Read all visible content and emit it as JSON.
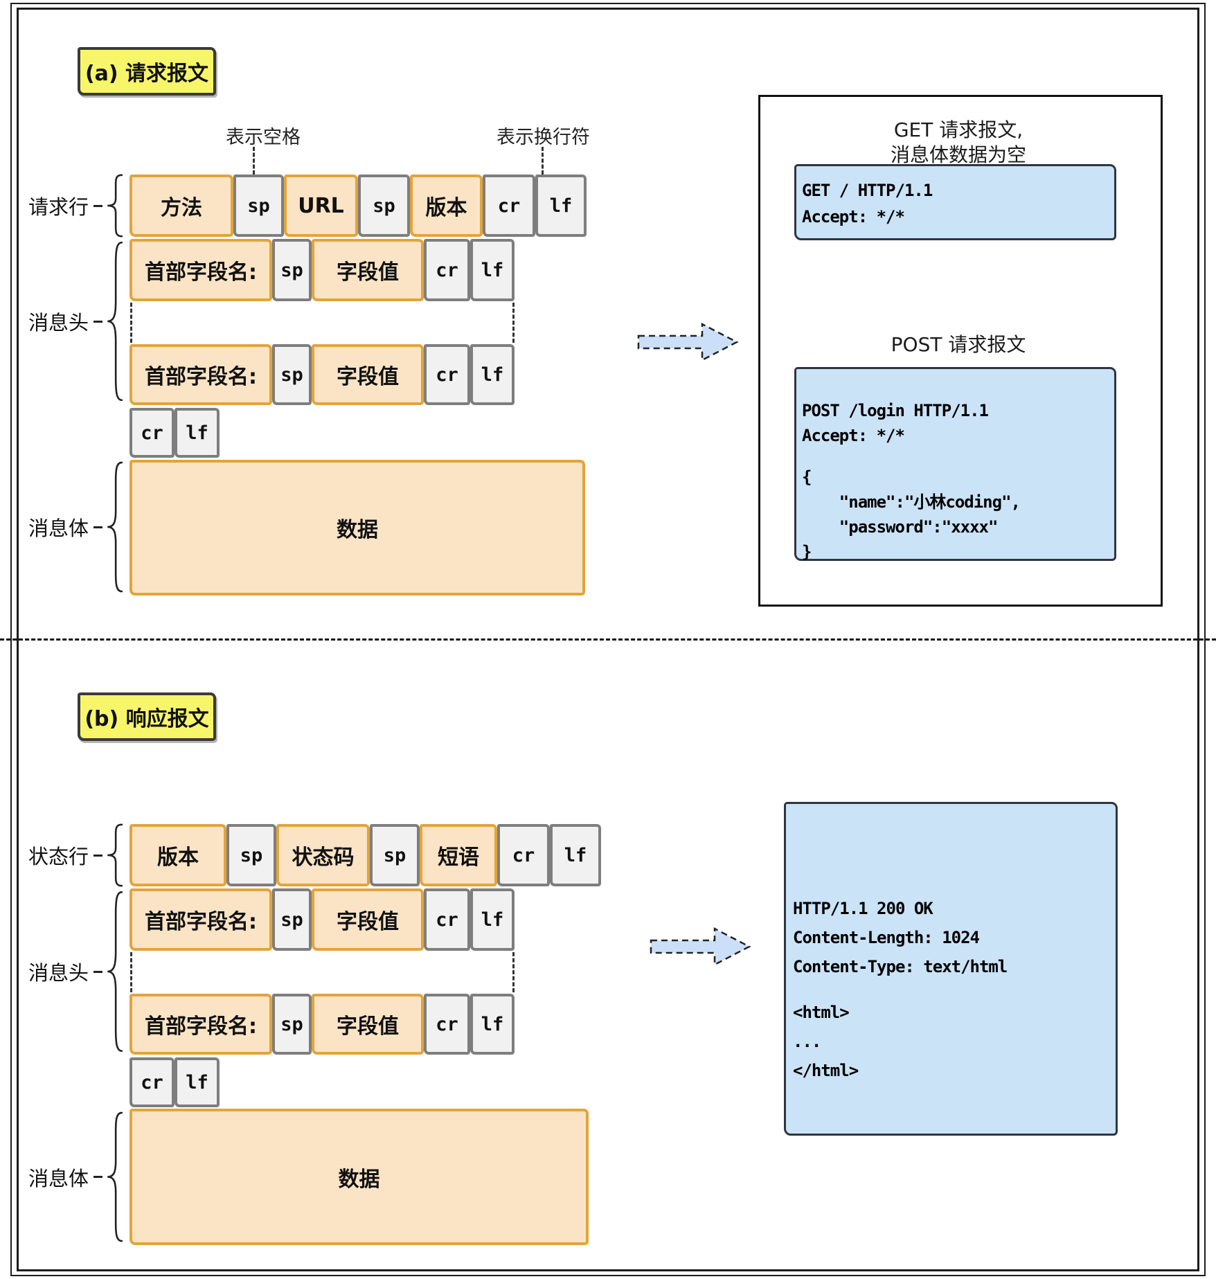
{
  "section_a": {
    "tag_label": "(a) 请求报文",
    "annotation_space": "表示空格",
    "annotation_newline": "表示换行符",
    "label_request_line": "请求行",
    "label_headers": "消息头",
    "label_body": "消息体",
    "request_line": [
      "方法",
      "sp",
      "URL",
      "sp",
      "版本",
      "cr",
      "lf"
    ],
    "header_row1": [
      "首部字段名:",
      "sp",
      "字段值",
      "cr",
      "lf"
    ],
    "header_row2": [
      "首部字段名:",
      "sp",
      "字段值",
      "cr",
      "lf"
    ],
    "crlf_row": [
      "cr",
      "lf"
    ],
    "body_label": "数据",
    "example_get_title_line1": "GET 请求报文,",
    "example_get_title_line2": "消息体数据为空",
    "example_get_code": [
      "GET / HTTP/1.1",
      "Accept: */*"
    ],
    "example_post_title": "POST 请求报文",
    "example_post_code": [
      "POST /login HTTP/1.1",
      "Accept: */*",
      "",
      "{",
      "    \"name\":\"小林coding\",",
      "    \"password\":\"xxxx\"",
      "}"
    ]
  },
  "section_b": {
    "tag_label": "(b) 响应报文",
    "label_status_line": "状态行",
    "label_headers": "消息头",
    "label_body": "消息体",
    "status_line": [
      "版本",
      "sp",
      "状态码",
      "sp",
      "短语",
      "cr",
      "lf"
    ],
    "header_row1": [
      "首部字段名:",
      "sp",
      "字段值",
      "cr",
      "lf"
    ],
    "header_row2": [
      "首部字段名:",
      "sp",
      "字段值",
      "cr",
      "lf"
    ],
    "crlf_row": [
      "cr",
      "lf"
    ],
    "body_label": "数据",
    "example_response_code": [
      "HTTP/1.1 200 OK",
      "Content-Length: 1024",
      "Content-Type: text/html",
      "",
      "<html>",
      "...",
      "</html>"
    ]
  },
  "colors": {
    "orange_fill": "#FBE4C6",
    "orange_border": "#E2A43B",
    "gray_fill": "#F1F1F1",
    "gray_border": "#7E7E7E",
    "yellow_fill": "#F7F56A",
    "blue_fill": "#CBE3F7",
    "arrow_fill": "#CBE0F8"
  }
}
